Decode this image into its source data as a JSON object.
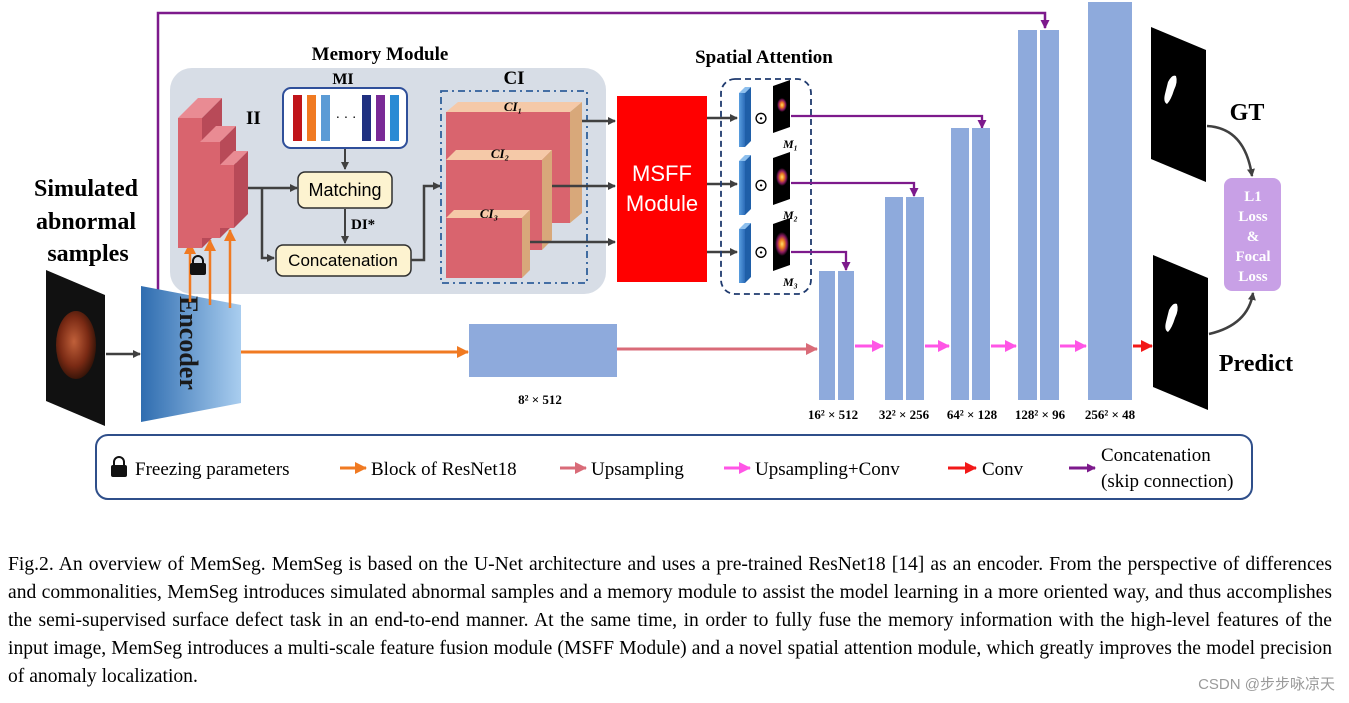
{
  "diagram": {
    "input_label": [
      "Simulated",
      "abnormal",
      "samples"
    ],
    "encoder_label": "Encoder",
    "memory_module_title": "Memory Module",
    "ii_label": "II",
    "mi_label": "MI",
    "mi_dots": "· · ·",
    "ci_label": "CI",
    "ci_items": [
      "CI₁",
      "CI₂",
      "CI₃"
    ],
    "matching_label": "Matching",
    "di_label": "DI*",
    "concatenation_label": "Concatenation",
    "msff_label": [
      "MSFF",
      "Module"
    ],
    "spatial_attention_title": "Spatial Attention",
    "odot_symbol": "⊙",
    "attention_maps": [
      "M₁",
      "M₂",
      "M₃"
    ],
    "bottleneck_dim": "8² × 512",
    "decoder_dims": [
      "16² × 512",
      "32² × 256",
      "64² × 128",
      "128² × 96",
      "256² × 48"
    ],
    "gt_label": "GT",
    "predict_label": "Predict",
    "loss_label": [
      "L1",
      "Loss",
      "&",
      "Focal",
      "Loss"
    ]
  },
  "legend": {
    "items": [
      {
        "icon": "lock-icon",
        "label": "Freezing parameters"
      },
      {
        "icon": "orange-arrow",
        "color": "#f07a22",
        "label": "Block of ResNet18"
      },
      {
        "icon": "salmon-arrow",
        "color": "#d96b78",
        "label": "Upsampling"
      },
      {
        "icon": "pink-arrow",
        "color": "#ff55e6",
        "label": "Upsampling+Conv"
      },
      {
        "icon": "red-arrow",
        "color": "#f21818",
        "label": "Conv"
      },
      {
        "icon": "purple-arrow",
        "color": "#7d1a8c",
        "label": "Concatenation",
        "label2": "(skip connection)"
      }
    ]
  },
  "caption": "Fig.2. An overview of MemSeg. MemSeg is based on the U-Net architecture and uses a pre-trained ResNet18 [14] as an encoder. From the perspective of differences and commonalities, MemSeg introduces simulated abnormal samples and a memory module to assist the model learning in a more oriented way, and thus accomplishes the semi-supervised surface defect task in an end-to-end manner. At the same time, in order to fully fuse the memory information with the high-level features of the input image, MemSeg introduces a multi-scale feature fusion module (MSFF Module) and a novel spatial attention module, which greatly improves the model precision of anomaly localization.",
  "watermark": "CSDN @步步咏凉天",
  "colors": {
    "memory_bg": "#d7dde6",
    "block_red": "#d9646e",
    "block_top": "#e98b93",
    "block_side": "#b84a58",
    "decoder_blue": "#8eaadc",
    "msff_red": "#ff0000",
    "skip_purple": "#7d1a8c",
    "loss_purple": "#c8a0e6"
  }
}
